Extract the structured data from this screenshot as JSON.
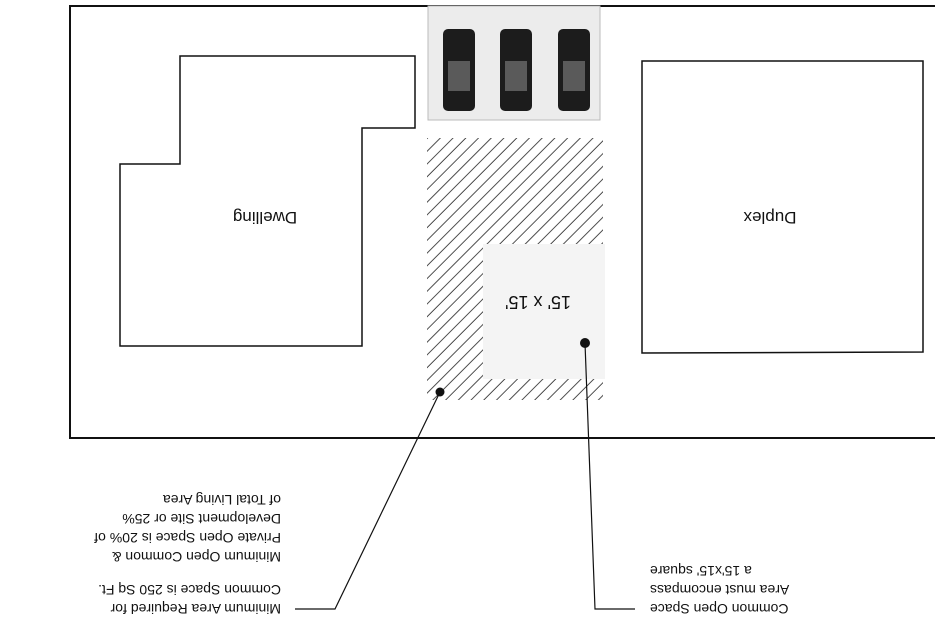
{
  "building_labels": {
    "duplex": "Duplex",
    "dwelling": "Dwelling"
  },
  "open_space_label": "15' x 15'",
  "callouts": {
    "common_open_space": [
      "Common Open Space",
      "Area must encompass",
      "a 15'x15' square"
    ],
    "minimum_area": [
      "Minimum Area Required for",
      "Common Space is 250 Sq Ft.",
      "Minimum Open Common &",
      "Private Open Space is 20% of",
      "Development Site or 25%",
      "of Total Living Area"
    ]
  },
  "colors": {
    "line": "#111111",
    "hatch": "#222222",
    "background": "#ffffff"
  }
}
